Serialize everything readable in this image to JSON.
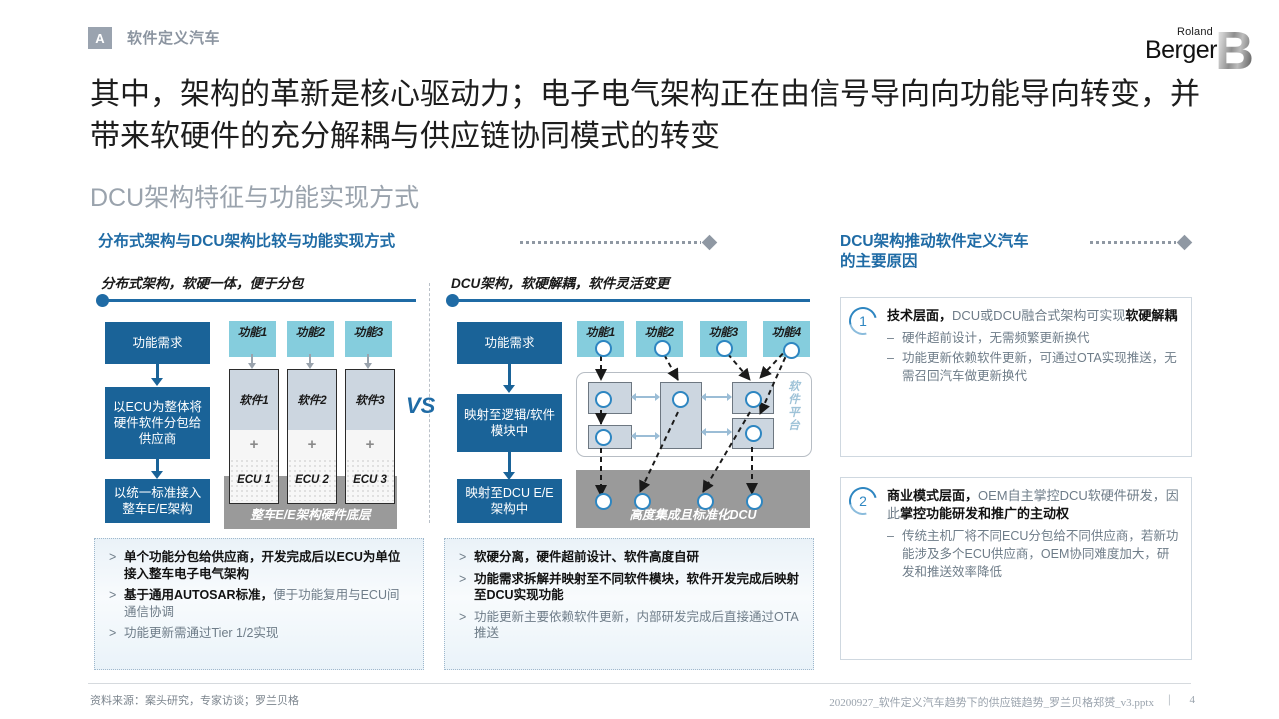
{
  "header": {
    "tag": "A",
    "section_title": "软件定义汽车",
    "logo": {
      "top": "Roland",
      "bottom": "Berger",
      "mark": "B"
    }
  },
  "headline": "其中，架构的革新是核心驱动力；电子电气架构正在由信号导向向功能导向转变，并带来软硬件的充分解耦与供应链协同模式的转变",
  "subhead": "DCU架构特征与功能实现方式",
  "left_panel": {
    "title": "分布式架构与DCU架构比较与功能实现方式",
    "distributed": {
      "caption": "分布式架构，软硬一体，便于分包",
      "flow": [
        "功能需求",
        "以ECU为整体将硬件软件分包给供应商",
        "以统一标准接入整车E/E架构"
      ],
      "functions": [
        "功能1",
        "功能2",
        "功能3"
      ],
      "stacks": [
        {
          "software": "软件1",
          "plus": "+",
          "ecu": "ECU 1"
        },
        {
          "software": "软件2",
          "plus": "+",
          "ecu": "ECU 2"
        },
        {
          "software": "软件3",
          "plus": "+",
          "ecu": "ECU 3"
        }
      ],
      "base_label": "整车E/E架构硬件底层",
      "bullets": [
        {
          "bold": "单个功能分包给供应商，开发完成后以ECU为单位接入整车电子电气架构",
          "rest": ""
        },
        {
          "bold": "基于通用AUTOSAR标准，",
          "rest": "便于功能复用与ECU间通信协调"
        },
        {
          "bold": "",
          "rest": "功能更新需通过Tier 1/2实现"
        }
      ]
    },
    "vs": "VS",
    "dcu": {
      "caption": "DCU架构，软硬解耦，软件灵活变更",
      "flow": [
        "功能需求",
        "映射至逻辑/软件模块中",
        "映射至DCU E/E架构中"
      ],
      "functions": [
        "功能1",
        "功能2",
        "功能3",
        "功能4"
      ],
      "platform_label": "软件平台",
      "base_label": "高度集成且标准化DCU",
      "bullets": [
        {
          "bold": "软硬分离，硬件超前设计、软件高度自研",
          "rest": ""
        },
        {
          "bold": "功能需求拆解并映射至不同软件模块，软件开发完成后映射至DCU实现功能",
          "rest": ""
        },
        {
          "bold": "",
          "rest": "功能更新主要依赖软件更新，内部研发完成后直接通过OTA推送"
        }
      ]
    }
  },
  "right_panel": {
    "title_line1": "DCU架构推动软件定义汽车",
    "title_line2": "的主要原因",
    "reasons": [
      {
        "num": "1",
        "head_parts": [
          {
            "text": "技术层面，",
            "bold": true
          },
          {
            "text": "DCU或DCU融合式架构可实现",
            "bold": false
          },
          {
            "text": "软硬解耦",
            "bold": true
          }
        ],
        "items": [
          "硬件超前设计，无需频繁更新换代",
          "功能更新依赖软件更新，可通过OTA实现推送，无需召回汽车做更新换代"
        ]
      },
      {
        "num": "2",
        "head_parts": [
          {
            "text": "商业模式层面，",
            "bold": true
          },
          {
            "text": "OEM自主掌控DCU软硬件研发，因此",
            "bold": false
          },
          {
            "text": "掌控功能研发和推广的主动权",
            "bold": true
          }
        ],
        "items": [
          "传统主机厂将不同ECU分包给不同供应商，若新功能涉及多个ECU供应商，OEM协同难度加大，研发和推送效率降低"
        ]
      }
    ]
  },
  "footer": {
    "source": "资料来源：案头研究，专家访谈；罗兰贝格",
    "filename": "20200927_软件定义汽车趋势下的供应链趋势_罗兰贝格郑赟_v3.pptx",
    "separator": "|",
    "page": "4"
  },
  "colors": {
    "accent_blue": "#1f6ba5",
    "flow_box": "#1a6398",
    "function_chip": "#85cddd",
    "base_gray": "#9a9a9a",
    "module_fill": "#ccd6e0",
    "muted_text": "#6e7c88"
  }
}
